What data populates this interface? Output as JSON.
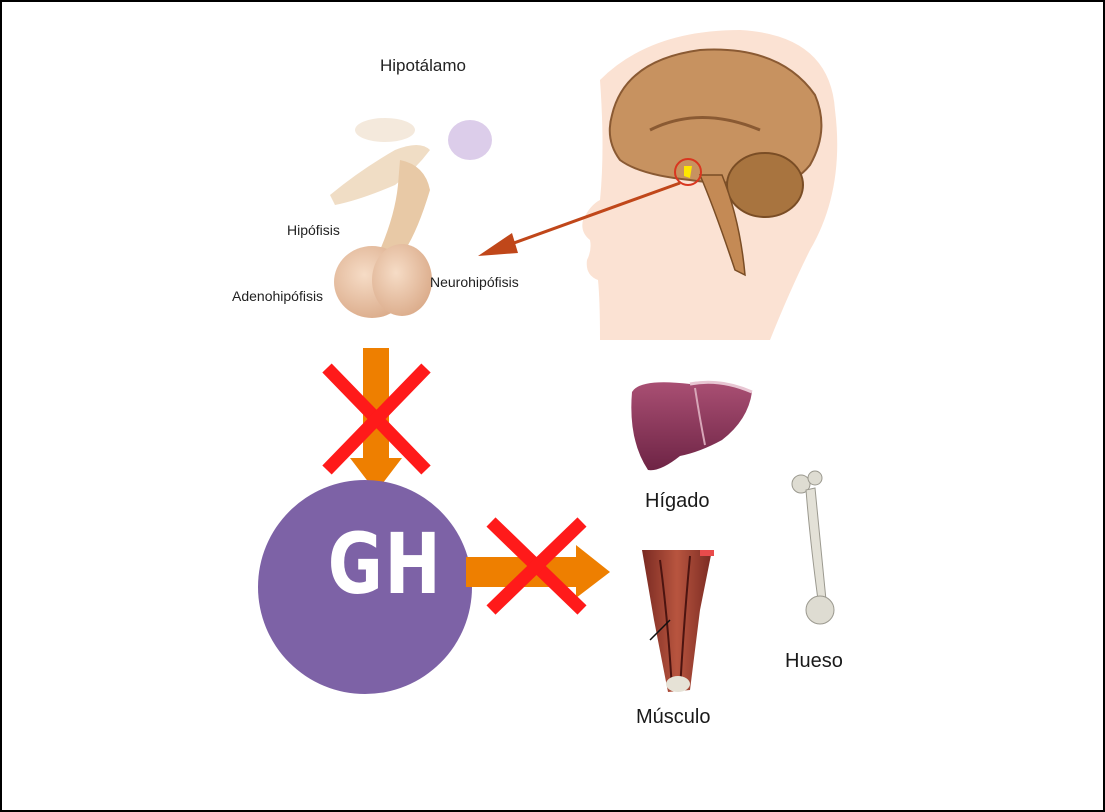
{
  "labels": {
    "hipotalamo": "Hipotálamo",
    "hipofisis": "Hipófisis",
    "adenohipofisis": "Adenohipófisis",
    "neurohipofisis": "Neurohipófisis",
    "gh": "GH",
    "higado": "Hígado",
    "musculo": "Músculo",
    "hueso": "Hueso"
  },
  "colors": {
    "gh_circle": "#7d62a6",
    "arrow": "#ee7f00",
    "cross": "#ff1a1a",
    "pointer_arrow": "#c0471a"
  },
  "icons": [
    "pituitary-illustration",
    "head-brain-illustration",
    "liver-illustration",
    "muscle-illustration",
    "bone-illustration"
  ]
}
